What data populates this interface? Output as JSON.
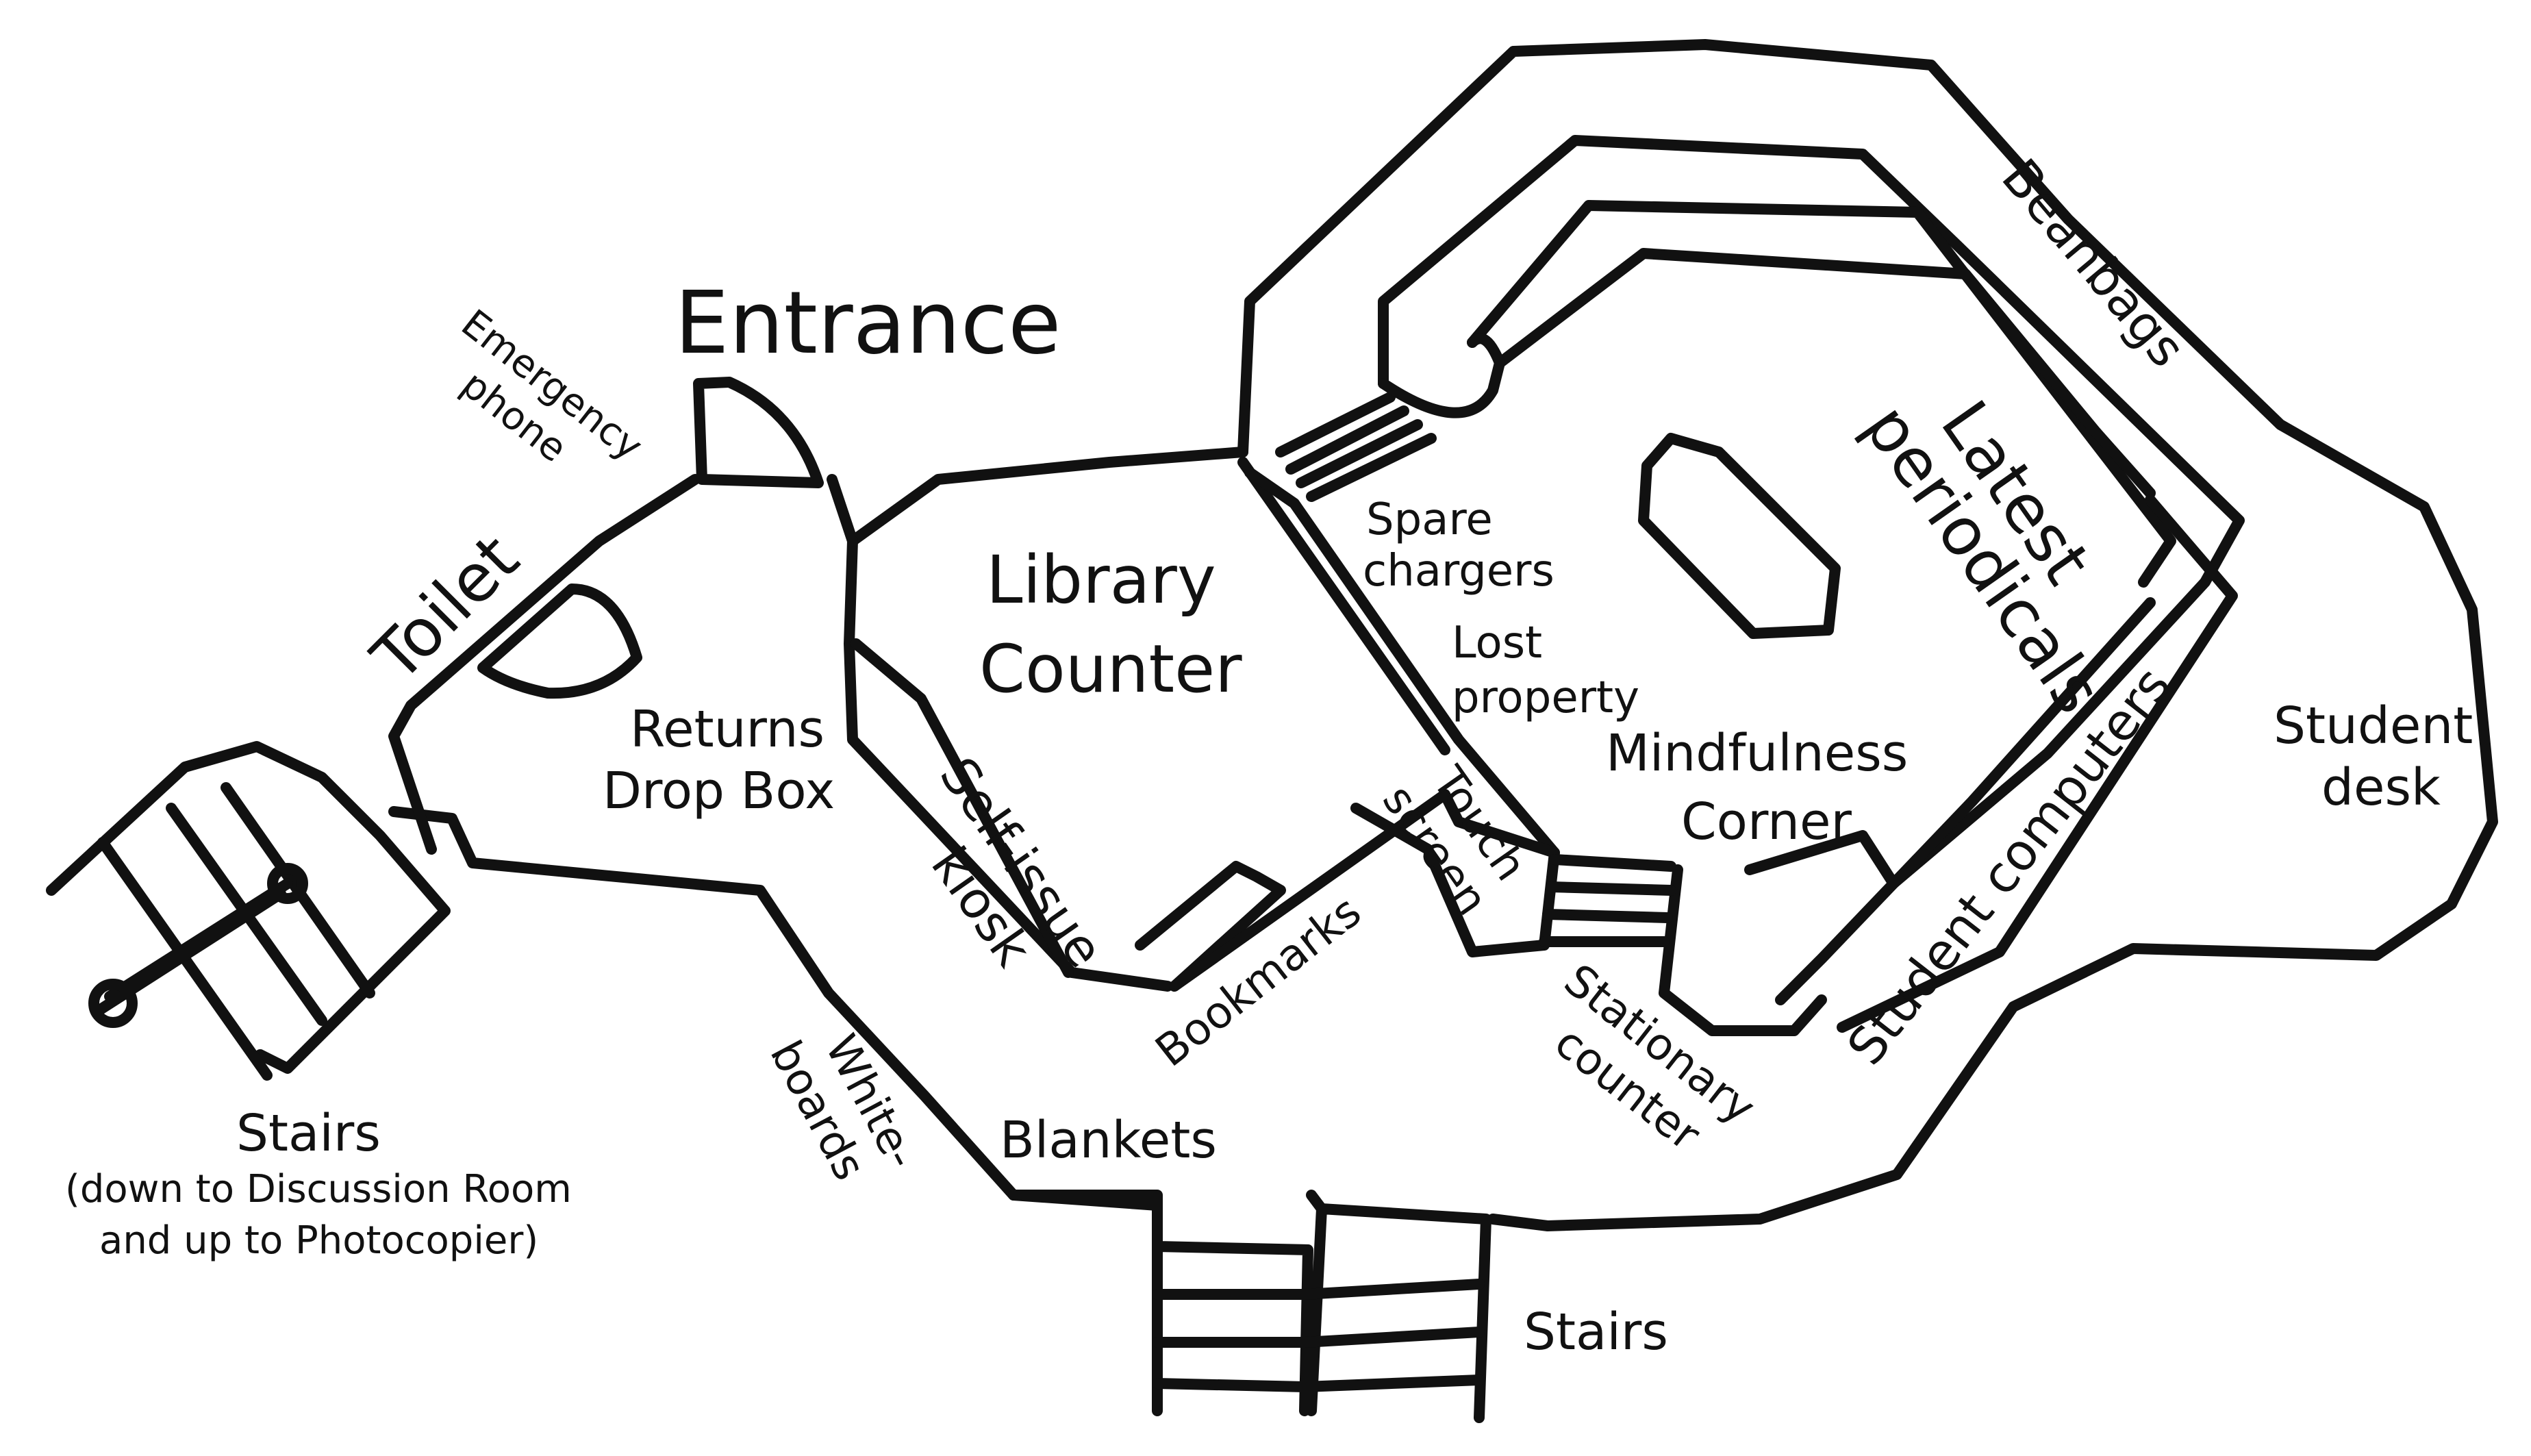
{
  "map": {
    "ink_color": "#111111",
    "background_color": "#ffffff",
    "labels": {
      "entrance": "Entrance",
      "toilet": "Toilet",
      "emergency_phone": [
        "Emergency",
        "phone"
      ],
      "library_counter": [
        "Library",
        "Counter"
      ],
      "returns_drop_box": [
        "Returns",
        "Drop Box"
      ],
      "self_issue_kiosk": [
        "Self-issue",
        "kiosk"
      ],
      "bookmarks": "Bookmarks",
      "touch_screen": [
        "Touch",
        "screen"
      ],
      "spare_chargers": [
        "Spare",
        "chargers"
      ],
      "lost_property": [
        "Lost",
        "property"
      ],
      "mindfulness_corner": [
        "Mindfulness",
        "Corner"
      ],
      "latest_periodicals": [
        "Latest",
        "periodicals"
      ],
      "beanbags": "Beanbags",
      "student_desk": [
        "Student",
        "desk"
      ],
      "student_computers": "Student computers",
      "stationary_counter": [
        "Stationary",
        "counter"
      ],
      "whiteboards": [
        "White-",
        "boards"
      ],
      "blankets": "Blankets",
      "stairs_main": "Stairs",
      "stairs_left": {
        "title": "Stairs",
        "note_line1": "(down to Discussion Room",
        "note_line2": "and up to Photocopier)"
      }
    }
  }
}
